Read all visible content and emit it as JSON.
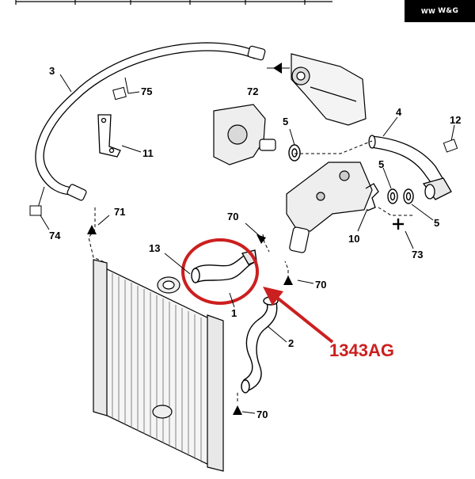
{
  "watermark": {
    "mark": "WW",
    "text": "W&G"
  },
  "part_code": "1343AG",
  "colors": {
    "highlight": "#cc1f1f",
    "line": "#000000"
  },
  "callouts": {
    "c1": "1",
    "c2": "2",
    "c3": "3",
    "c4": "4",
    "c5a": "5",
    "c5b": "5",
    "c5c": "5",
    "c10": "10",
    "c11": "11",
    "c12": "12",
    "c13": "13",
    "c70a": "70",
    "c70b": "70",
    "c70c": "70",
    "c71": "71",
    "c72": "72",
    "c73": "73",
    "c74": "74",
    "c75": "75"
  }
}
